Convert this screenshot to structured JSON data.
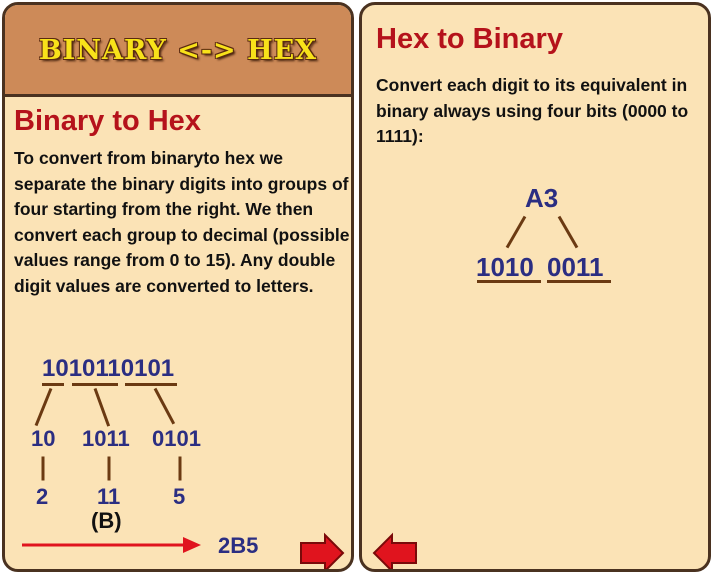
{
  "left_card": {
    "banner_title": "BINARY <-> HEX",
    "section_title": "Binary to Hex",
    "body": "To convert from binaryto hex we separate the binary digits into groups of four starting from the right. We then convert each group to decimal (possible values range from 0 to 15). Any double digit values are converted to letters.",
    "diagram": {
      "binary": "1010110101",
      "groups": [
        "10",
        "1011",
        "0101"
      ],
      "decimals": [
        "2",
        "11",
        "5"
      ],
      "label": "(B)",
      "result": "2B5"
    },
    "next_icon": "right-arrow-icon"
  },
  "right_card": {
    "section_title": "Hex to Binary",
    "body": "Convert each digit to its equivalent in binary always using four bits (0000 to 1111):",
    "diagram": {
      "hex": "A3",
      "groups": [
        "1010",
        "0011"
      ]
    },
    "prev_icon": "left-arrow-icon"
  },
  "colors": {
    "card_bg": "#fbe3b6",
    "banner_bg": "#cd8a58",
    "title_red": "#b5121b",
    "digit_navy": "#2b2e82",
    "line_brown": "#6b3a12",
    "arrow_red": "#e0141e"
  }
}
